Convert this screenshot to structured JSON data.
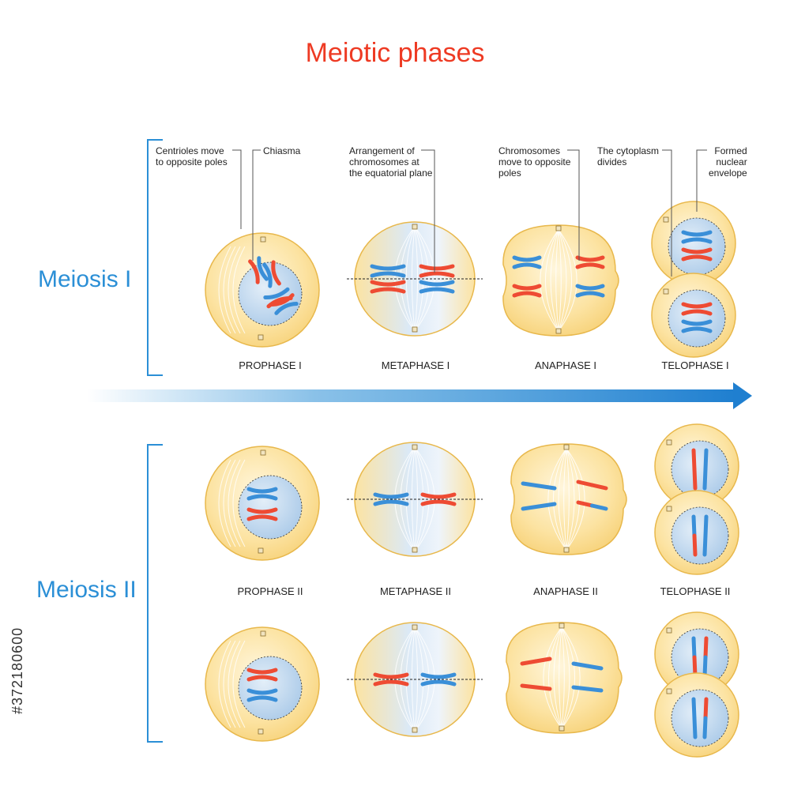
{
  "title": "Meiotic phases",
  "meiosis_labels": {
    "one": "Meiosis I",
    "two": "Meiosis II"
  },
  "annotations": {
    "centrioles": "Centrioles move\nto opposite poles",
    "chiasma": "Chiasma",
    "arrangement": "Arrangement of\nchromosomes at\nthe equatorial plane",
    "move": "Chromosomes\nmove to opposite\npoles",
    "cytoplasm": "The cytoplasm\ndivides",
    "envelope": "Formed\nnuclear\nenvelope"
  },
  "phases_one": [
    "PROPHASE I",
    "METAPHASE I",
    "ANAPHASE I",
    "TELOPHASE I"
  ],
  "phases_two": [
    "PROPHASE II",
    "METAPHASE II",
    "ANAPHASE II",
    "TELOPHASE II"
  ],
  "stock_id": "#372180600",
  "colors": {
    "title": "#ee3a23",
    "accent": "#2b8fd6",
    "cell_fill": "#fce3a2",
    "cell_stroke": "#e8b84c",
    "nucleus": "#bcd6ee",
    "chrom_blue": "#3a8fd8",
    "chrom_red": "#ee4b33"
  }
}
